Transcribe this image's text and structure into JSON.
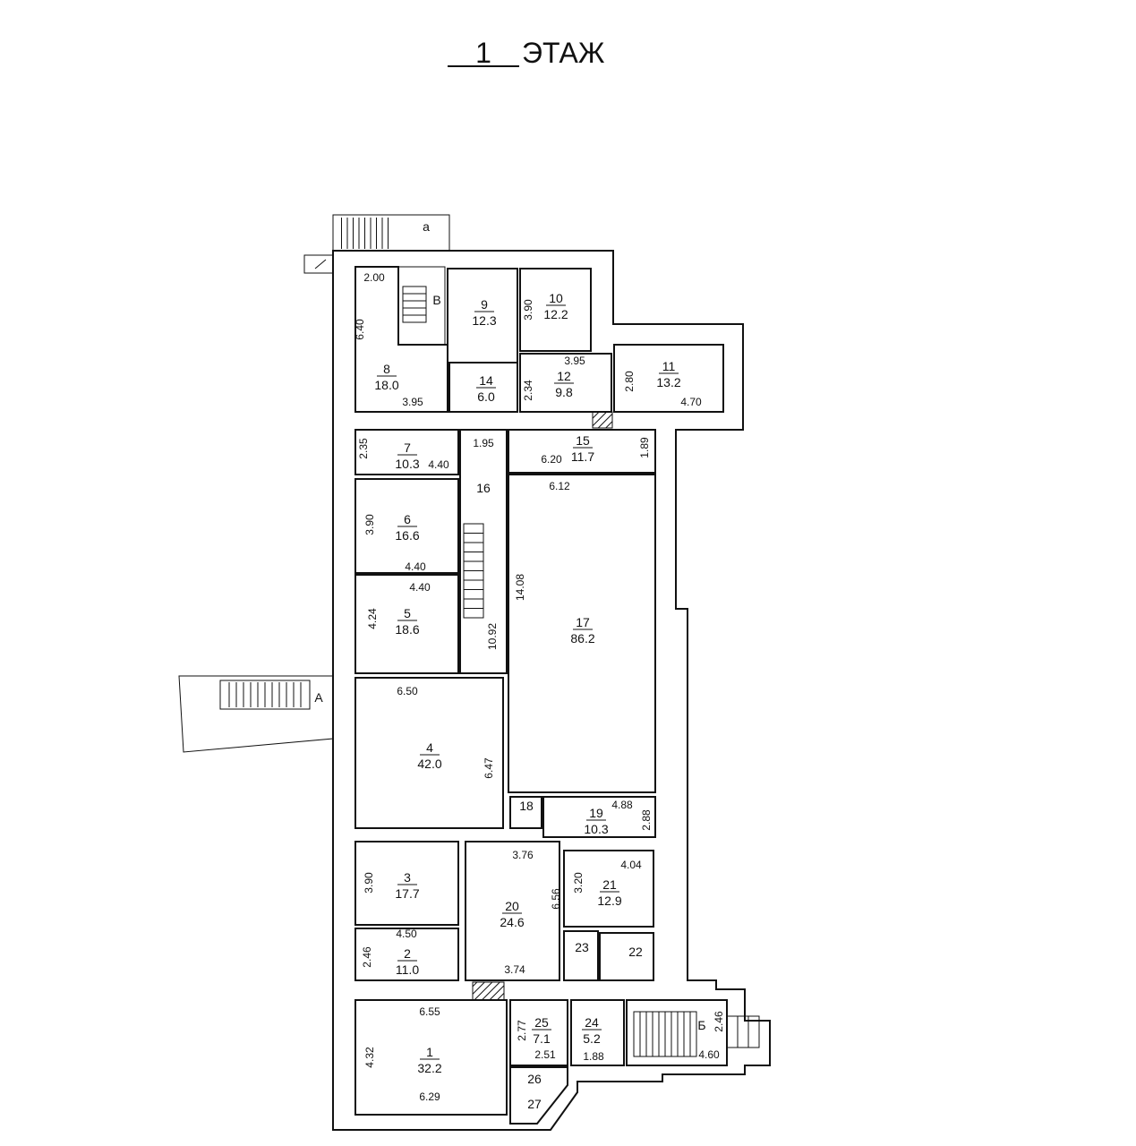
{
  "title": {
    "floor_number": "1",
    "floor_label": "ЭТАЖ"
  },
  "rooms": [
    {
      "no": "1",
      "area": "32.2"
    },
    {
      "no": "2",
      "area": "11.0"
    },
    {
      "no": "3",
      "area": "17.7"
    },
    {
      "no": "4",
      "area": "42.0"
    },
    {
      "no": "5",
      "area": "18.6"
    },
    {
      "no": "6",
      "area": "16.6"
    },
    {
      "no": "7",
      "area": "10.3"
    },
    {
      "no": "8",
      "area": "18.0"
    },
    {
      "no": "9",
      "area": "12.3"
    },
    {
      "no": "10",
      "area": "12.2"
    },
    {
      "no": "11",
      "area": "13.2"
    },
    {
      "no": "12",
      "area": "9.8"
    },
    {
      "no": "14",
      "area": "6.0"
    },
    {
      "no": "15",
      "area": "11.7"
    },
    {
      "no": "17",
      "area": "86.2"
    },
    {
      "no": "19",
      "area": "10.3"
    },
    {
      "no": "20",
      "area": "24.6"
    },
    {
      "no": "21",
      "area": "12.9"
    },
    {
      "no": "24",
      "area": "5.2"
    },
    {
      "no": "25",
      "area": "7.1"
    }
  ],
  "unlabeled_rooms": [
    "16",
    "18",
    "22",
    "23",
    "26",
    "27"
  ],
  "entrances": [
    "а",
    "В",
    "А",
    "Б"
  ],
  "dimensions": [
    "2.00",
    "6.40",
    "3.95",
    "3.90",
    "3.95",
    "2.34",
    "2.80",
    "4.70",
    "1.95",
    "2.35",
    "4.40",
    "6.20",
    "1.89",
    "6.12",
    "3.90",
    "4.40",
    "4.40",
    "4.24",
    "10.92",
    "14.08",
    "6.50",
    "6.47",
    "4.88",
    "2.88",
    "3.76",
    "3.90",
    "3.20",
    "4.04",
    "6.56",
    "4.50",
    "2.46",
    "3.74",
    "6.55",
    "2.77",
    "2.51",
    "1.88",
    "4.60",
    "2.46",
    "4.32",
    "6.29"
  ]
}
